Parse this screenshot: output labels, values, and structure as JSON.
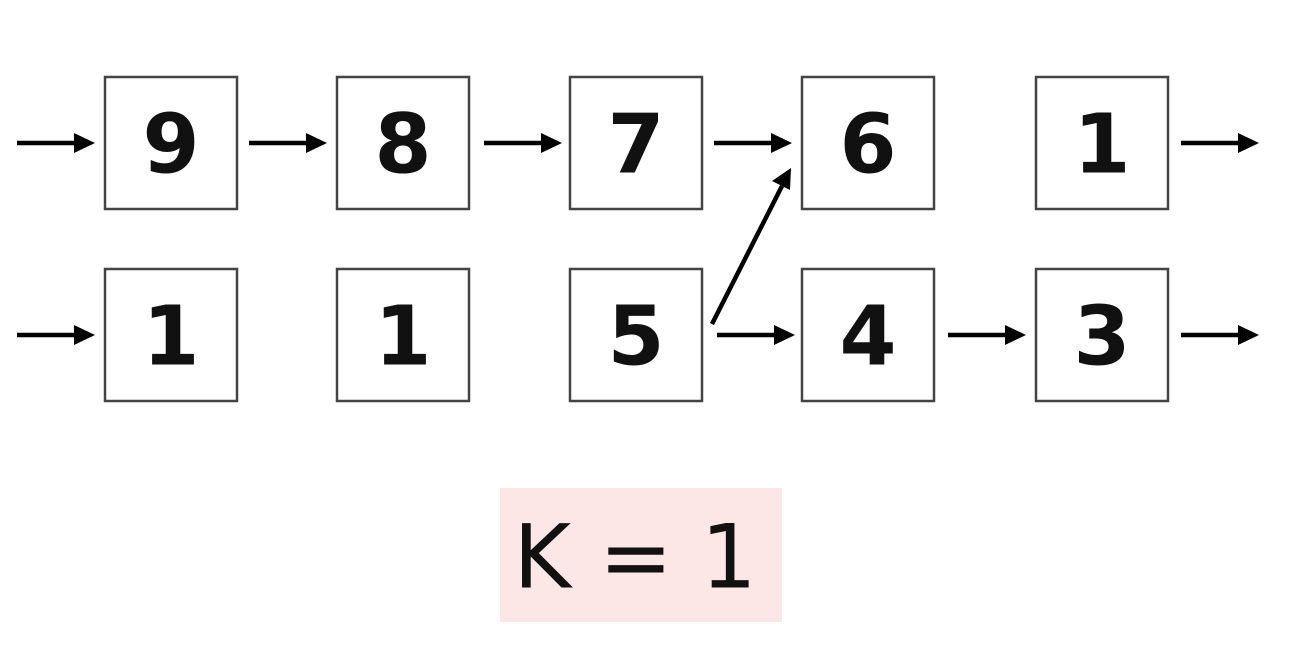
{
  "top_row": [
    {
      "id": "t1",
      "label": "9"
    },
    {
      "id": "t2",
      "label": "8"
    },
    {
      "id": "t3",
      "label": "7"
    },
    {
      "id": "t4",
      "label": "6"
    },
    {
      "id": "t5",
      "label": "1"
    }
  ],
  "bottom_row": [
    {
      "id": "b1",
      "label": "1"
    },
    {
      "id": "b2",
      "label": "1"
    },
    {
      "id": "b3",
      "label": "5"
    },
    {
      "id": "b4",
      "label": "4"
    },
    {
      "id": "b5",
      "label": "3"
    }
  ],
  "edges": [
    {
      "from": "in",
      "to": "t1"
    },
    {
      "from": "t1",
      "to": "t2"
    },
    {
      "from": "t2",
      "to": "t3"
    },
    {
      "from": "t3",
      "to": "t4"
    },
    {
      "from": "t5",
      "to": "out"
    },
    {
      "from": "in",
      "to": "b1"
    },
    {
      "from": "b3",
      "to": "t4"
    },
    {
      "from": "b3",
      "to": "b4"
    },
    {
      "from": "b4",
      "to": "b5"
    },
    {
      "from": "b5",
      "to": "out"
    }
  ],
  "badge": {
    "text": "K = 1",
    "color": "#fde6e6"
  }
}
